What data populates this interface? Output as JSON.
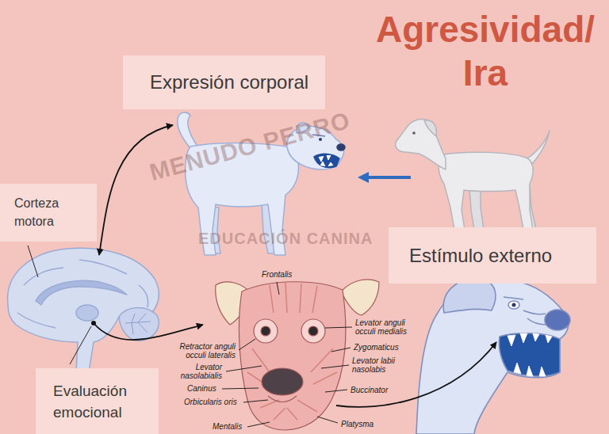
{
  "diagram": {
    "title": "Agresividad/ Ira",
    "nodes": [
      {
        "text": [
          "Expresión corporal"
        ]
      },
      {
        "text": [
          "Corteza motora"
        ]
      },
      {
        "text": [
          "Estímulo externo"
        ]
      },
      {
        "text": [
          "Evaluación emocional"
        ]
      }
    ],
    "labels": [
      "MENUDO PERRO",
      "EDUCACIÓN CANINA",
      "Frontalis",
      "Retractor anguli occuli lateralis",
      "Levator anguli occuli medialis",
      "Zygomaticus",
      "Levator nasolabialis",
      "Levator labii nasolabis",
      "Caninus",
      "Buccinator",
      "Orbicularis oris",
      "Platysma",
      "Mentalis"
    ]
  }
}
